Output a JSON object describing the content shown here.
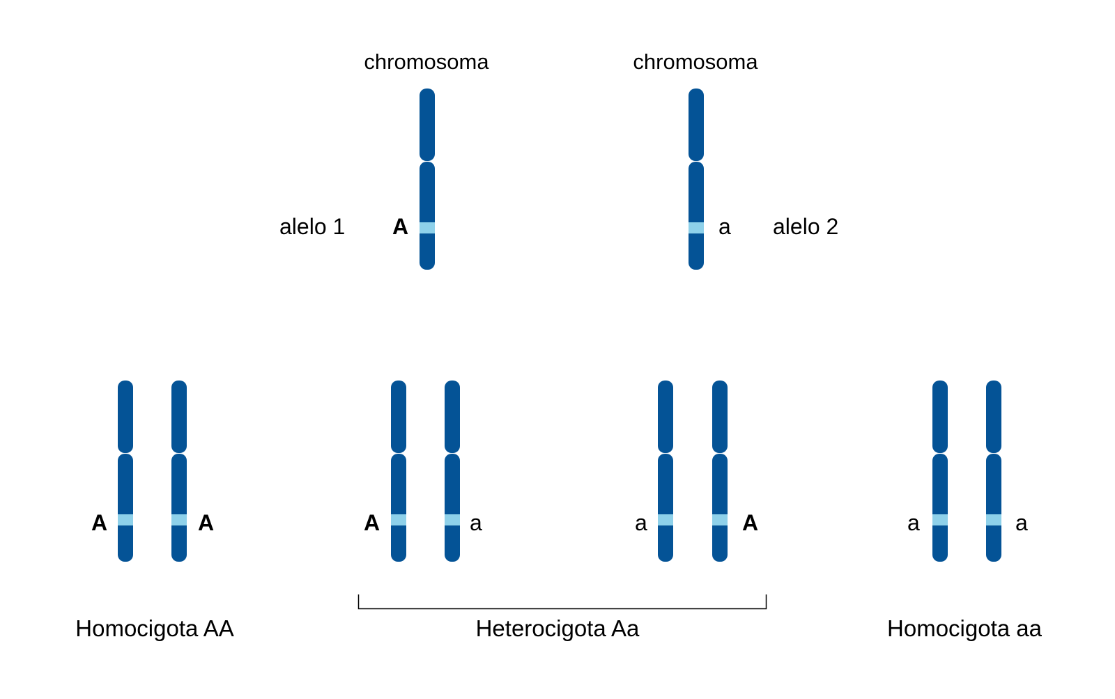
{
  "colors": {
    "chromosome": "#045396",
    "allele_band": "#8ed1ea",
    "bracket": "#000000",
    "background": "#ffffff"
  },
  "top": {
    "left": {
      "title": "chromosoma",
      "allele_name": "alelo 1",
      "allele_symbol": "A"
    },
    "right": {
      "title": "chromosoma",
      "allele_name": "alelo 2",
      "allele_symbol": "a"
    }
  },
  "pairs": [
    {
      "left_allele": "A",
      "right_allele": "A"
    },
    {
      "left_allele": "A",
      "right_allele": "a"
    },
    {
      "left_allele": "a",
      "right_allele": "A"
    },
    {
      "left_allele": "a",
      "right_allele": "a"
    }
  ],
  "captions": {
    "homozygous_dominant": "Homocigota AA",
    "heterozygous": "Heterocigota Aa",
    "homozygous_recessive": "Homocigota aa"
  }
}
